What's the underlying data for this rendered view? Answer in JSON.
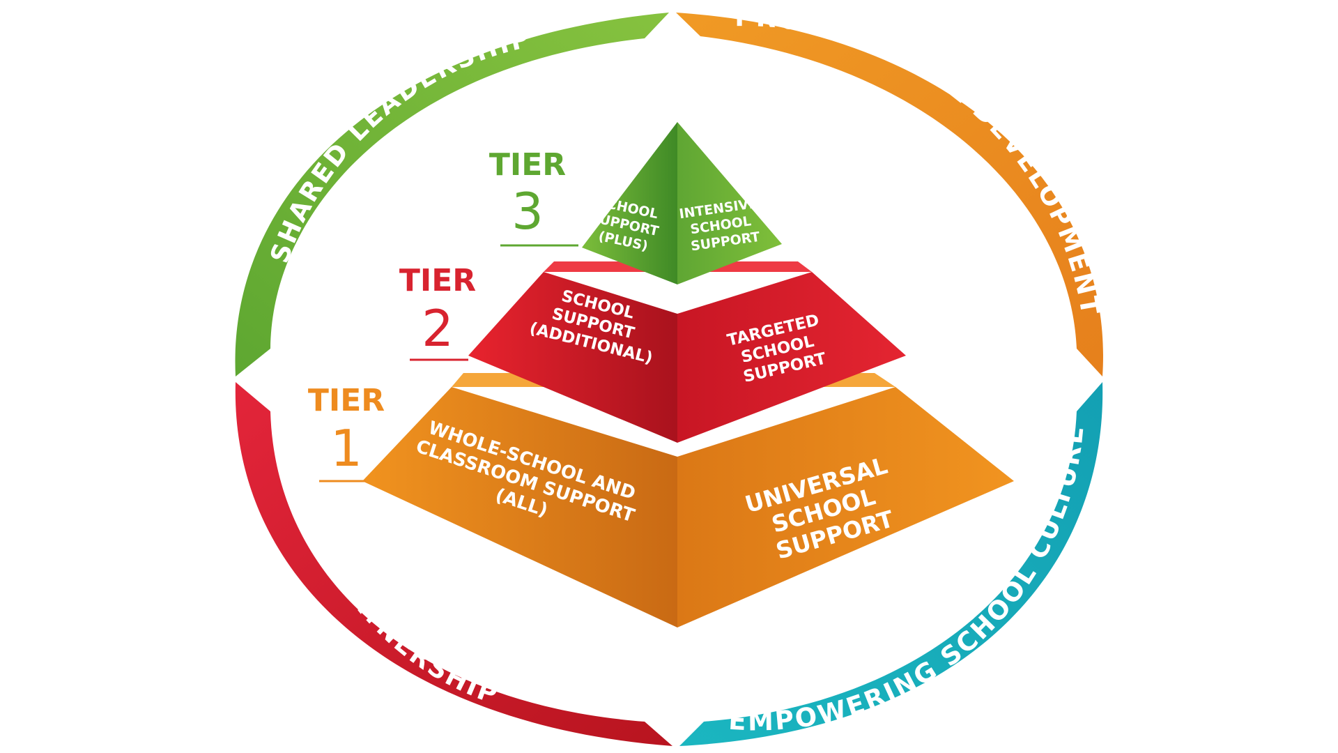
{
  "ring": {
    "shared_leadership": "SHARED LEADERSHIP",
    "professional_development": "PROFESSIONAL DEVELOPMENT",
    "partnership": "PARTNERSHIP",
    "empowering_school_culture": "EMPOWERING SCHOOL CULTURE"
  },
  "tiers": {
    "tier3": {
      "word": "TIER",
      "number": "3",
      "left_lines": [
        "SCHOOL",
        "SUPPORT",
        "(PLUS)"
      ],
      "right_lines": [
        "INTENSIVE",
        "SCHOOL",
        "SUPPORT"
      ]
    },
    "tier2": {
      "word": "TIER",
      "number": "2",
      "left_lines": [
        "SCHOOL",
        "SUPPORT",
        "(ADDITIONAL)"
      ],
      "right_lines": [
        "TARGETED",
        "SCHOOL",
        "SUPPORT"
      ]
    },
    "tier1": {
      "word": "TIER",
      "number": "1",
      "left_lines": [
        "WHOLE-SCHOOL AND",
        "CLASSROOM SUPPORT",
        "(ALL)"
      ],
      "right_lines": [
        "UNIVERSAL",
        "SCHOOL",
        "SUPPORT"
      ]
    }
  },
  "colors": {
    "green": "#6db33f",
    "orange": "#ee8b1f",
    "red": "#e02432",
    "teal": "#16aab8"
  }
}
